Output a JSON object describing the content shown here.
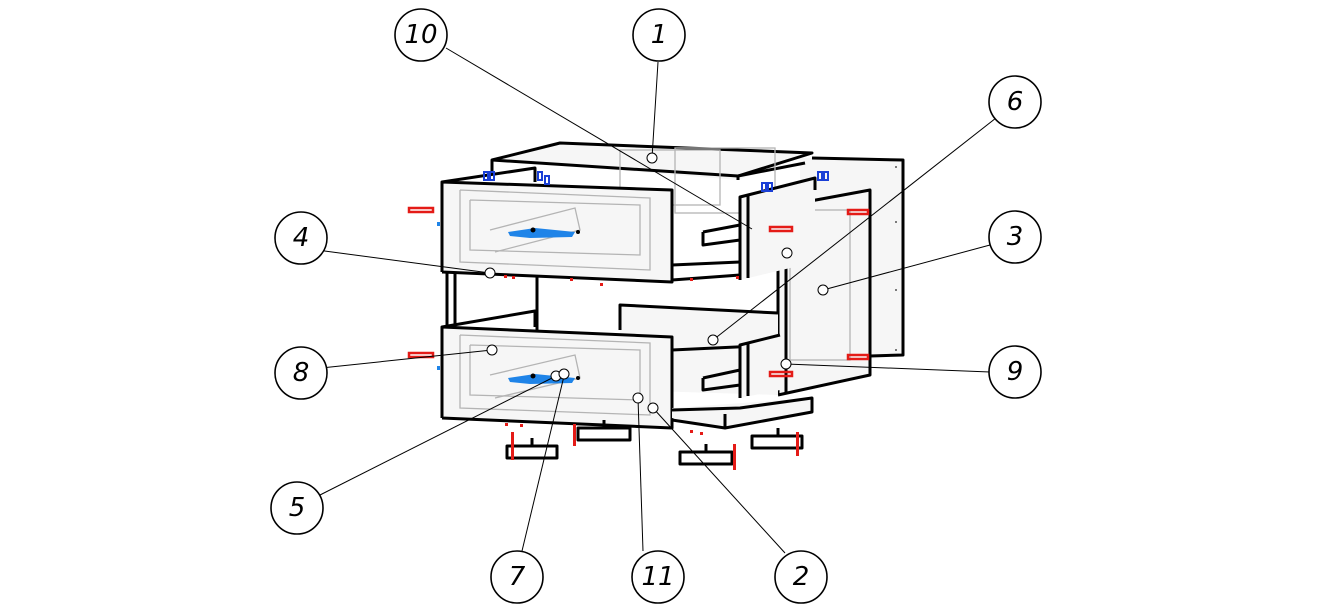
{
  "drawing": {
    "title": "Cabinet assembly exploded view",
    "type": "assembly-diagram",
    "colors": {
      "outline": "#000000",
      "hidden_lines": "#b4b4b4",
      "fasteners": "#e41b17",
      "handles": "#1f84e8",
      "clips": "#1a3fd6"
    }
  },
  "callouts": [
    {
      "label": "1",
      "part": "top-panel"
    },
    {
      "label": "2",
      "part": "bottom-panel"
    },
    {
      "label": "3",
      "part": "side-panel-right"
    },
    {
      "label": "4",
      "part": "drawer-front-upper"
    },
    {
      "label": "5",
      "part": "handle"
    },
    {
      "label": "6",
      "part": "back-panel"
    },
    {
      "label": "7",
      "part": "handle-screw"
    },
    {
      "label": "8",
      "part": "confirmat-screw"
    },
    {
      "label": "9",
      "part": "eccentric-tie"
    },
    {
      "label": "10",
      "part": "drawer-side"
    },
    {
      "label": "11",
      "part": "drawer-bottom"
    }
  ]
}
